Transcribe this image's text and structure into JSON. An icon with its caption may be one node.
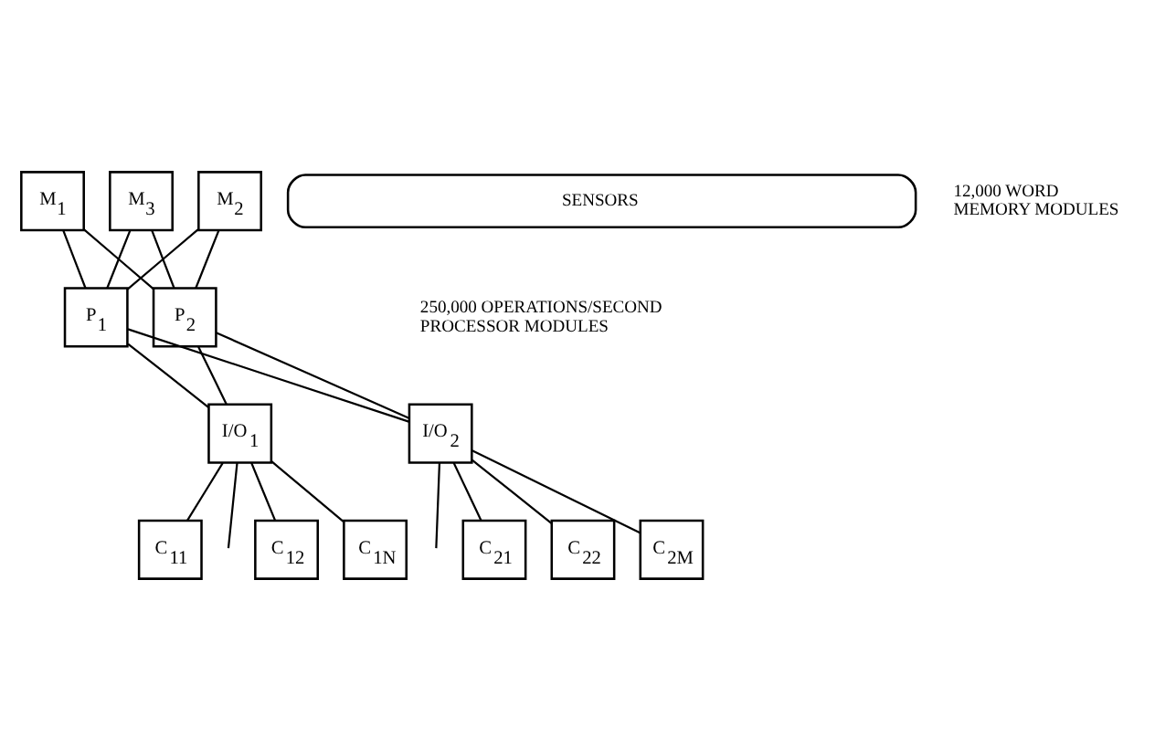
{
  "diagram": {
    "nodes": [
      {
        "text": [
          "M$_{1}$"
        ]
      },
      {
        "text": [
          "M$_{3}$"
        ]
      },
      {
        "text": [
          "M$_{2}$"
        ]
      },
      {
        "text": [
          "P$_{1}$"
        ]
      },
      {
        "text": [
          "P$_{2}$"
        ]
      },
      {
        "text": [
          "I/O$_{1}$"
        ]
      },
      {
        "text": [
          "I/O$_{2}$"
        ]
      },
      {
        "text": [
          "C$_{11}$"
        ]
      },
      {
        "text": [
          "C$_{12}$"
        ]
      },
      {
        "text": [
          "C$_{1N}$"
        ]
      },
      {
        "text": [
          "C$_{21}$"
        ]
      },
      {
        "text": [
          "C$_{22}$"
        ]
      },
      {
        "text": [
          "C$_{2M}$"
        ]
      },
      {
        "text": [
          "SENSORS"
        ]
      }
    ],
    "edges": [
      {
        "from": 0,
        "to": 3,
        "arrow": "none"
      },
      {
        "from": 0,
        "to": 4,
        "arrow": "none"
      },
      {
        "from": 1,
        "to": 3,
        "arrow": "none"
      },
      {
        "from": 1,
        "to": 4,
        "arrow": "none"
      },
      {
        "from": 2,
        "to": 3,
        "arrow": "none"
      },
      {
        "from": 2,
        "to": 4,
        "arrow": "none"
      },
      {
        "from": 3,
        "to": 5,
        "arrow": "none"
      },
      {
        "from": 3,
        "to": 6,
        "arrow": "none"
      },
      {
        "from": 4,
        "to": 5,
        "arrow": "none"
      },
      {
        "from": 4,
        "to": 6,
        "arrow": "none"
      },
      {
        "from": 5,
        "to": 7,
        "arrow": "none"
      },
      {
        "from": 5,
        "to": 8,
        "arrow": "none"
      },
      {
        "from": 5,
        "to": null,
        "arrow": "none"
      },
      {
        "from": 5,
        "to": 9,
        "arrow": "none"
      },
      {
        "from": 6,
        "to": 10,
        "arrow": "none"
      },
      {
        "from": 6,
        "to": 11,
        "arrow": "none"
      },
      {
        "from": 6,
        "to": null,
        "arrow": "none"
      },
      {
        "from": 6,
        "to": 12,
        "arrow": "none"
      }
    ],
    "labels": [
      "12,000 WORD MEMORY MODULES",
      "250,000 OPERATIONS/SECOND PROCESSOR MODULES"
    ]
  }
}
